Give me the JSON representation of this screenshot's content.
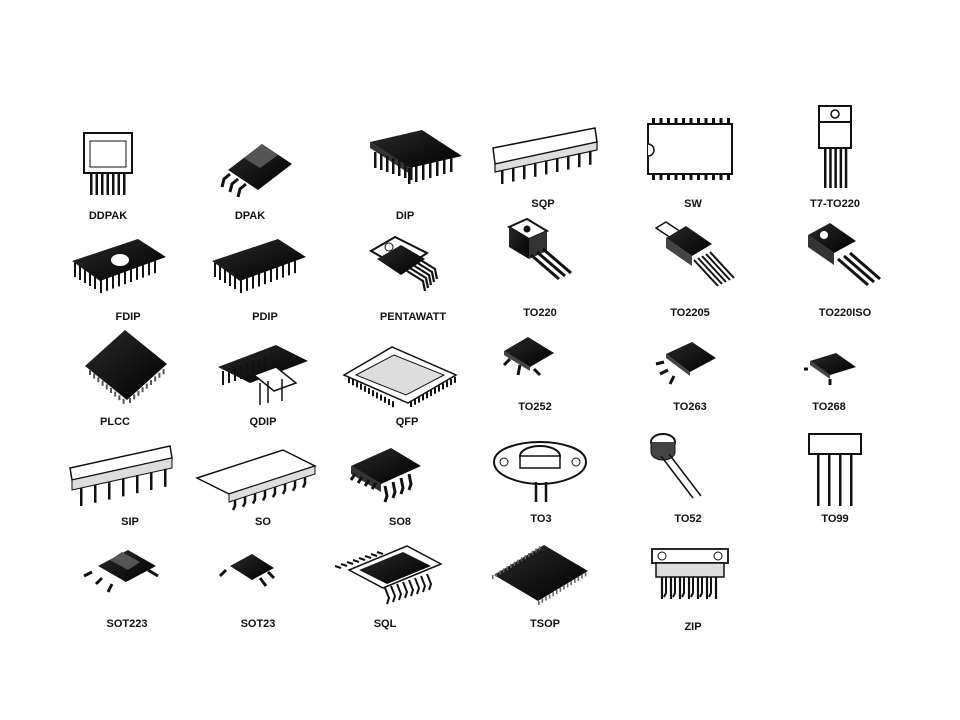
{
  "packages": [
    {
      "id": "ddpak",
      "label": "DDPAK"
    },
    {
      "id": "dpak",
      "label": "DPAK"
    },
    {
      "id": "dip",
      "label": "DIP"
    },
    {
      "id": "sqp",
      "label": "SQP"
    },
    {
      "id": "sw",
      "label": "SW"
    },
    {
      "id": "t7-to220",
      "label": "T7-TO220"
    },
    {
      "id": "fdip",
      "label": "FDIP"
    },
    {
      "id": "pdip",
      "label": "PDIP"
    },
    {
      "id": "pentawatt",
      "label": "PENTAWATT"
    },
    {
      "id": "to220",
      "label": "TO220"
    },
    {
      "id": "to2205",
      "label": "TO2205"
    },
    {
      "id": "to220iso",
      "label": "TO220ISO"
    },
    {
      "id": "plcc",
      "label": "PLCC"
    },
    {
      "id": "qdip",
      "label": "QDIP"
    },
    {
      "id": "qfp",
      "label": "QFP"
    },
    {
      "id": "to252",
      "label": "TO252"
    },
    {
      "id": "to263",
      "label": "TO263"
    },
    {
      "id": "to268",
      "label": "TO268"
    },
    {
      "id": "sip",
      "label": "SIP"
    },
    {
      "id": "so",
      "label": "SO"
    },
    {
      "id": "so8",
      "label": "SO8"
    },
    {
      "id": "to3",
      "label": "TO3"
    },
    {
      "id": "to52",
      "label": "TO52"
    },
    {
      "id": "to99",
      "label": "TO99"
    },
    {
      "id": "sot223",
      "label": "SOT223"
    },
    {
      "id": "sot23",
      "label": "SOT23"
    },
    {
      "id": "sql",
      "label": "SQL"
    },
    {
      "id": "tsop",
      "label": "TSOP"
    },
    {
      "id": "zip",
      "label": "ZIP"
    }
  ]
}
